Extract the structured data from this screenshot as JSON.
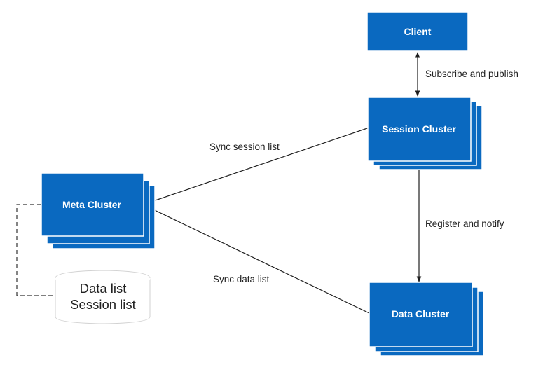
{
  "nodes": {
    "client": "Client",
    "session_cluster": "Session Cluster",
    "meta_cluster": "Meta Cluster",
    "data_cluster": "Data Cluster"
  },
  "store": {
    "line1": "Data list",
    "line2": "Session list"
  },
  "edges": {
    "client_session": "Subscribe and publish",
    "meta_session": "Sync session list",
    "meta_data": "Sync data list",
    "session_data": "Register and notify"
  },
  "colors": {
    "node_fill": "#0a69c0",
    "node_text": "#ffffff"
  }
}
